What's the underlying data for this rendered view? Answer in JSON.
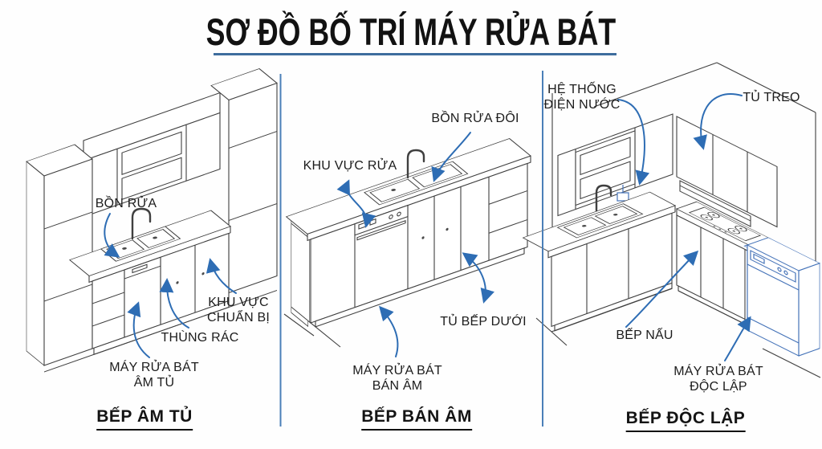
{
  "title": {
    "text": "SƠ ĐỒ BỐ TRÍ MÁY RỬA BÁT"
  },
  "colors": {
    "accent_blue": "#2e6db4",
    "divider_blue": "#4a7fb8",
    "underline_blue": "#3e6d9d",
    "line_color": "#3f3f3f",
    "dishwasher_gray": "#c9c9c9",
    "dishwasher_blue_fill": "#c0d2ec",
    "dishwasher_blue_stroke": "#4472b8"
  },
  "panels": [
    {
      "id": "built-in",
      "caption": "BẾP ÂM TỦ",
      "labels": {
        "sink": "BỒN RỬA",
        "prep_area_line1": "KHU VỰC",
        "prep_area_line2": "CHUẨN BỊ",
        "trash": "THÙNG RÁC",
        "dishwasher_line1": "MÁY RỬA BÁT",
        "dishwasher_line2": "ÂM TỦ"
      }
    },
    {
      "id": "semi-built-in",
      "caption": "BẾP BÁN ÂM",
      "labels": {
        "washing_area": "KHU VỰC RỬA",
        "double_sink": "BỒN RỬA ĐÔI",
        "base_cabinet": "TỦ BẾP DƯỚI",
        "dishwasher_line1": "MÁY RỬA BÁT",
        "dishwasher_line2": "BÁN ÂM"
      }
    },
    {
      "id": "freestanding",
      "caption": "BẾP ĐỘC LẬP",
      "labels": {
        "utilities_line1": "HỆ THỐNG",
        "utilities_line2": "ĐIỆN NƯỚC",
        "wall_cabinet": "TỦ TREO",
        "stove": "BẾP NẤU",
        "dishwasher_line1": "MÁY RỬA BÁT",
        "dishwasher_line2": "ĐỘC LẬP"
      }
    }
  ]
}
